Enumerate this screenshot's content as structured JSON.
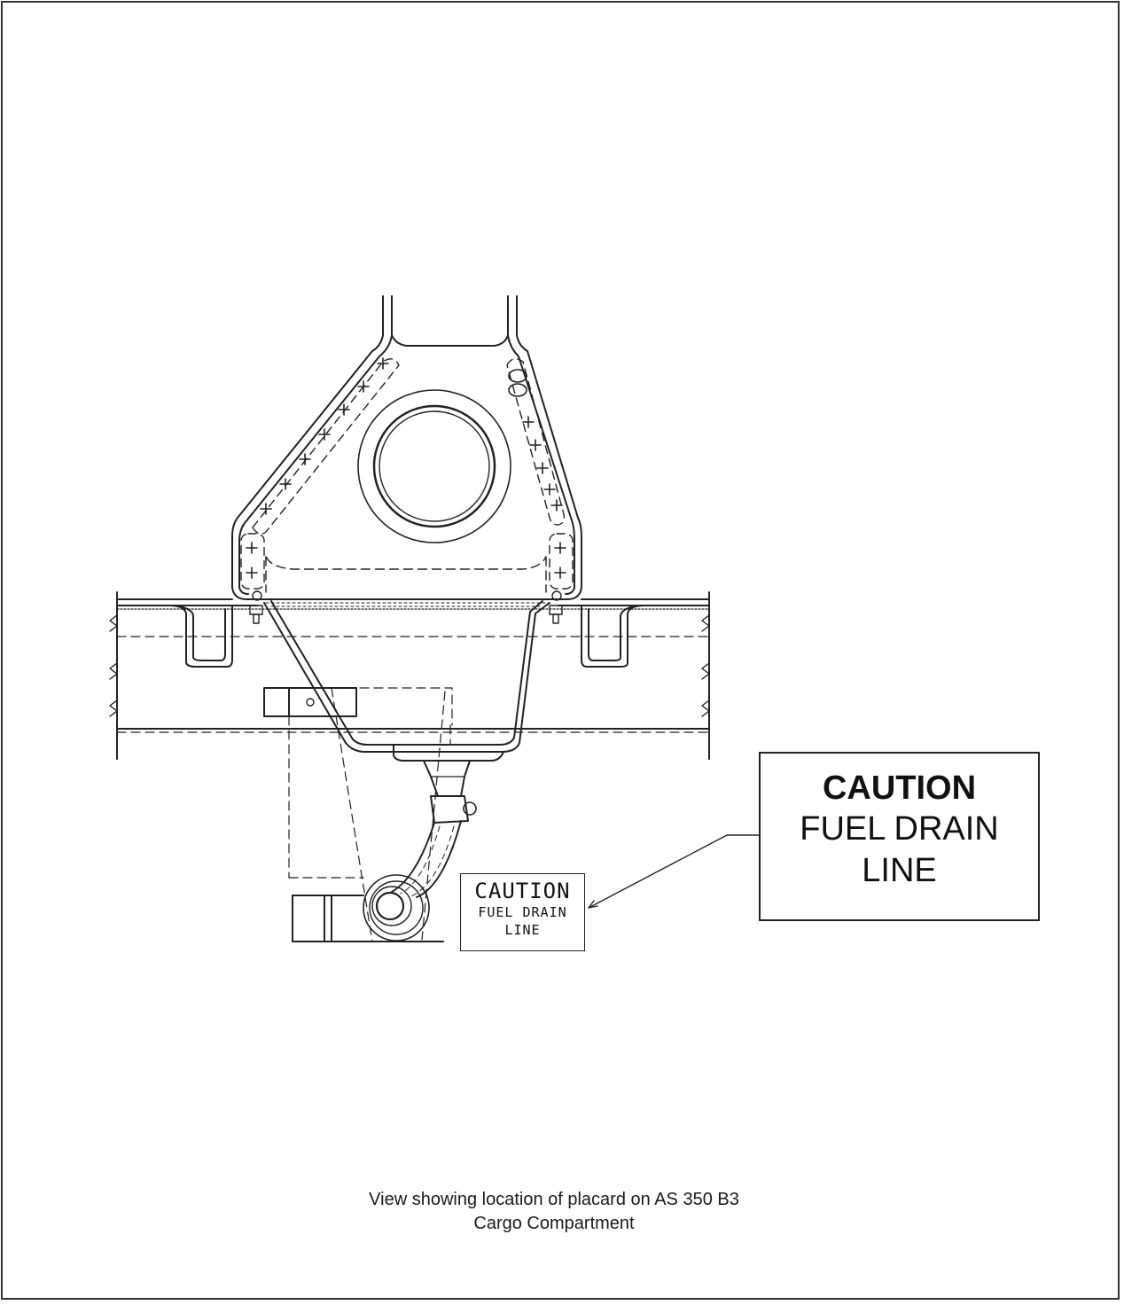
{
  "callout": {
    "heading": "CAUTION",
    "line1": "FUEL DRAIN",
    "line2": "LINE"
  },
  "placard_in_drawing": {
    "heading": "CAUTION",
    "line1": "FUEL DRAIN",
    "line2": "LINE"
  },
  "caption": {
    "line1": "View showing location of placard on AS 350 B3",
    "line2": "Cargo Compartment"
  }
}
